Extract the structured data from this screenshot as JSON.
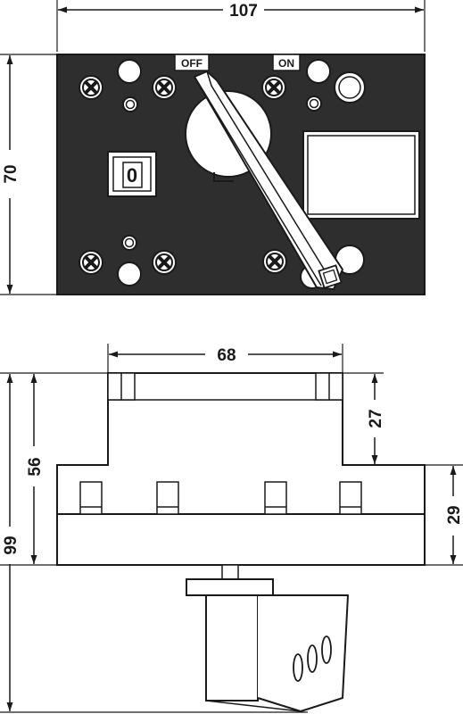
{
  "colors": {
    "ink": "#1a1a1a",
    "face": "#2e2e2e",
    "paper": "#ffffff"
  },
  "top_view": {
    "width_dim": "107",
    "height_dim": "70",
    "off_label": "OFF",
    "on_label": "ON",
    "position_window": "0"
  },
  "side_view": {
    "top_width_dim": "68",
    "overall_height_dim": "99",
    "body_height_dim": "56",
    "upper_height_dim": "27",
    "base_height_dim": "29"
  },
  "icons": [
    "screw-head-icon",
    "mounting-hole-icon",
    "rotary-handle-icon"
  ]
}
